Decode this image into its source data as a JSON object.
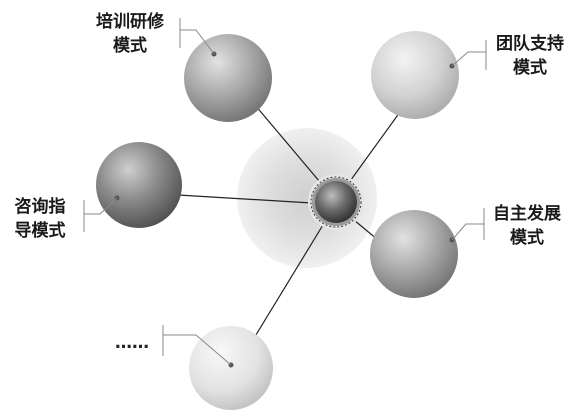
{
  "diagram": {
    "nodes": [
      {
        "id": "training",
        "lines": [
          "培训研修",
          "模式"
        ]
      },
      {
        "id": "team",
        "lines": [
          "团队支持",
          "模式"
        ]
      },
      {
        "id": "consult",
        "lines": [
          "咨询指",
          "导模式"
        ]
      },
      {
        "id": "self",
        "lines": [
          "自主发展",
          "模式"
        ]
      },
      {
        "id": "more",
        "lines": [
          "……"
        ]
      }
    ]
  }
}
